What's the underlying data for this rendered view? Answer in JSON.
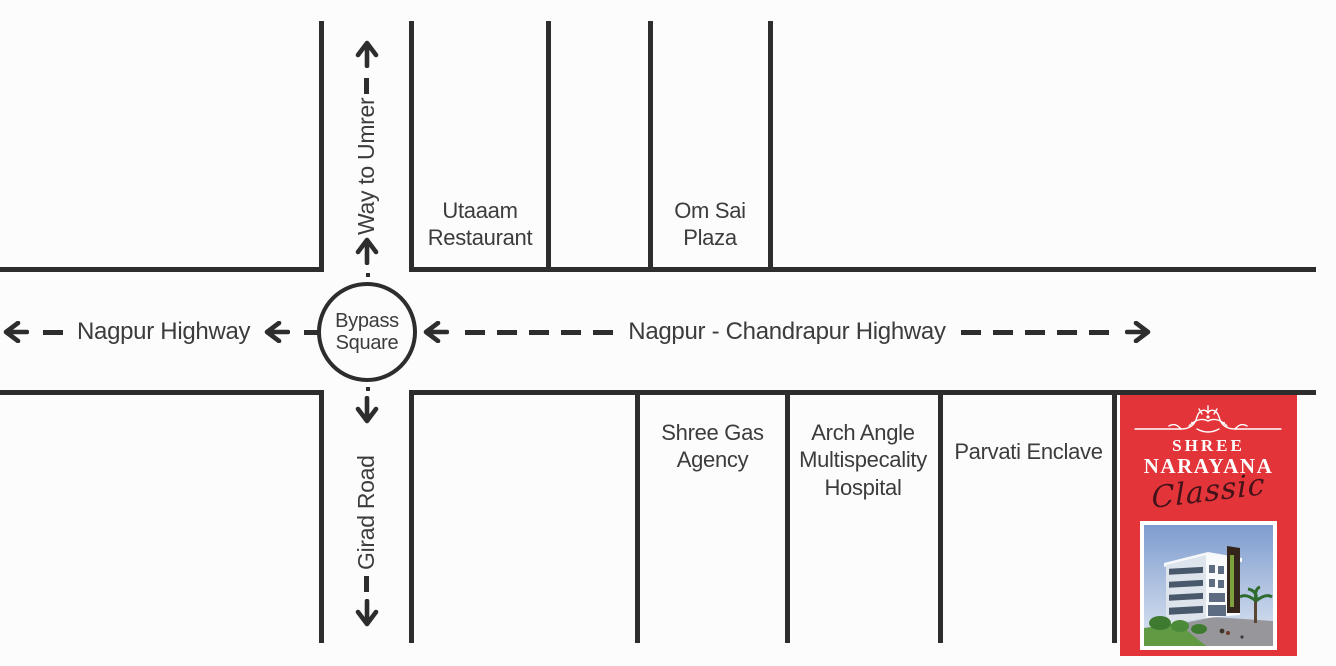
{
  "map": {
    "junction": {
      "name": "Bypass Square"
    },
    "roads": {
      "north_label": "Way to Umrer",
      "south_label": "Girad Road",
      "west_label": "Nagpur Highway",
      "east_label": "Nagpur - Chandrapur Highway"
    },
    "landmarks": [
      {
        "name": "Utaaam Restaurant"
      },
      {
        "name": "Om Sai Plaza"
      },
      {
        "name": "Shree Gas Agency"
      },
      {
        "name": "Arch Angle Multispecality Hospital"
      },
      {
        "name": "Parvati Enclave"
      }
    ],
    "project": {
      "brand_top": "SHREE",
      "brand_main": "NARAYANA",
      "brand_script": "Classic",
      "accent_red": "#e23439",
      "script_color": "#441219",
      "photo_icon": "building-photo"
    },
    "colors": {
      "road_line": "#2d2d2d",
      "text": "#3c3c3c"
    }
  }
}
